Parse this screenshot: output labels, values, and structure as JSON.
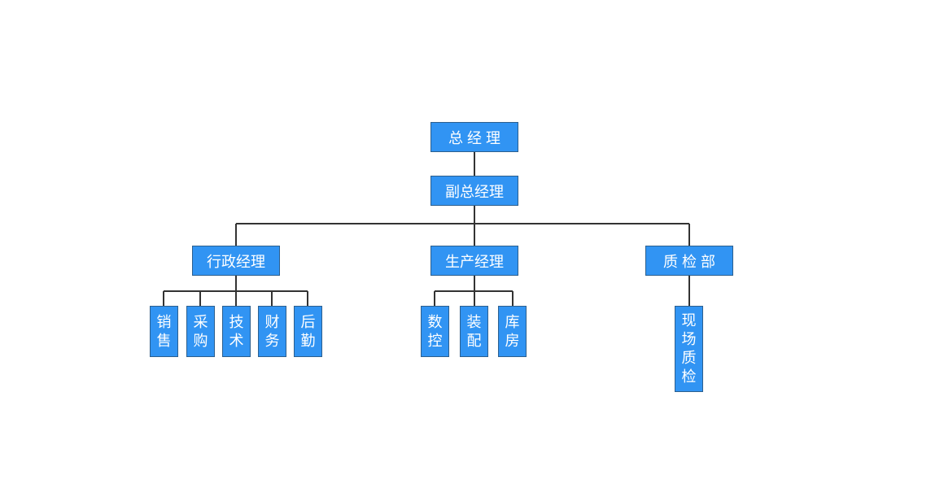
{
  "org_chart": {
    "root": {
      "label": "总经理"
    },
    "deputy": {
      "label": "副总经理"
    },
    "managers": [
      {
        "label": "行政经理",
        "departments": [
          "销售",
          "采购",
          "技术",
          "财务",
          "后勤"
        ]
      },
      {
        "label": "生产经理",
        "departments": [
          "数控",
          "装配",
          "库房"
        ]
      },
      {
        "label": "质检部",
        "departments": [
          "现场质检"
        ]
      }
    ]
  },
  "colors": {
    "node_fill": "#3194f3",
    "node_border": "#2c5f8e",
    "node_text": "#ffffff",
    "connector": "#333333"
  }
}
